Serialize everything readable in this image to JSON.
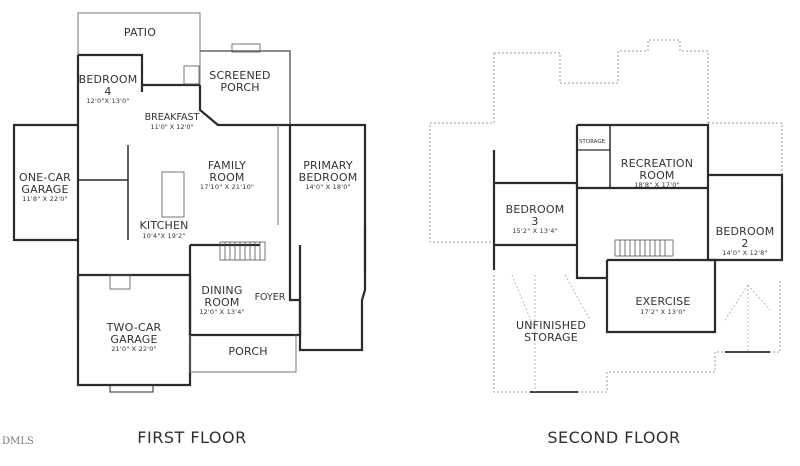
{
  "plan": {
    "first_floor": {
      "title": "FIRST FLOOR",
      "rooms": [
        {
          "name": "PATIO",
          "dims": ""
        },
        {
          "name": "SCREENED PORCH",
          "line1": "SCREENED",
          "line2": "PORCH",
          "dims": ""
        },
        {
          "name": "BEDROOM 4",
          "line1": "BEDROOM",
          "line2": "4",
          "dims": "12'0\"X 13'0\""
        },
        {
          "name": "BREAKFAST",
          "dims": "11'0\" X 12'0\""
        },
        {
          "name": "FAMILY ROOM",
          "line1": "FAMILY",
          "line2": "ROOM",
          "dims": "17'10\" X 21'10\""
        },
        {
          "name": "PRIMARY BEDROOM",
          "line1": "PRIMARY",
          "line2": "BEDROOM",
          "dims": "14'0\" X 18'0\""
        },
        {
          "name": "ONE-CAR GARAGE",
          "line1": "ONE-CAR",
          "line2": "GARAGE",
          "dims": "11'8\" X 22'0\""
        },
        {
          "name": "KITCHEN",
          "dims": "10'4\"X 19'2\""
        },
        {
          "name": "DINING ROOM",
          "line1": "DINING",
          "line2": "ROOM",
          "dims": "12'0\" X 13'4\""
        },
        {
          "name": "FOYER",
          "dims": ""
        },
        {
          "name": "TWO-CAR GARAGE",
          "line1": "TWO-CAR",
          "line2": "GARAGE",
          "dims": "21'0\" X 22'0\""
        },
        {
          "name": "PORCH",
          "dims": ""
        }
      ]
    },
    "second_floor": {
      "title": "SECOND FLOOR",
      "rooms": [
        {
          "name": "STORAGE",
          "dims": ""
        },
        {
          "name": "RECREATION ROOM",
          "line1": "RECREATION",
          "line2": "ROOM",
          "dims": "18'8\" X 17'0\""
        },
        {
          "name": "BEDROOM 3",
          "line1": "BEDROOM",
          "line2": "3",
          "dims": "15'2\" X 13'4\""
        },
        {
          "name": "BEDROOM 2",
          "line1": "BEDROOM",
          "line2": "2",
          "dims": "14'0\" X 12'8\""
        },
        {
          "name": "EXERCISE",
          "dims": "17'2\" X 13'0\""
        },
        {
          "name": "UNFINISHED STORAGE",
          "line1": "UNFINISHED",
          "line2": "STORAGE",
          "dims": ""
        }
      ]
    },
    "watermark": "DMLS",
    "colors": {
      "wall": "#2b2b2b",
      "thin": "#6a6a6a",
      "dotted": "#9a9a9a",
      "background": "#ffffff"
    }
  }
}
